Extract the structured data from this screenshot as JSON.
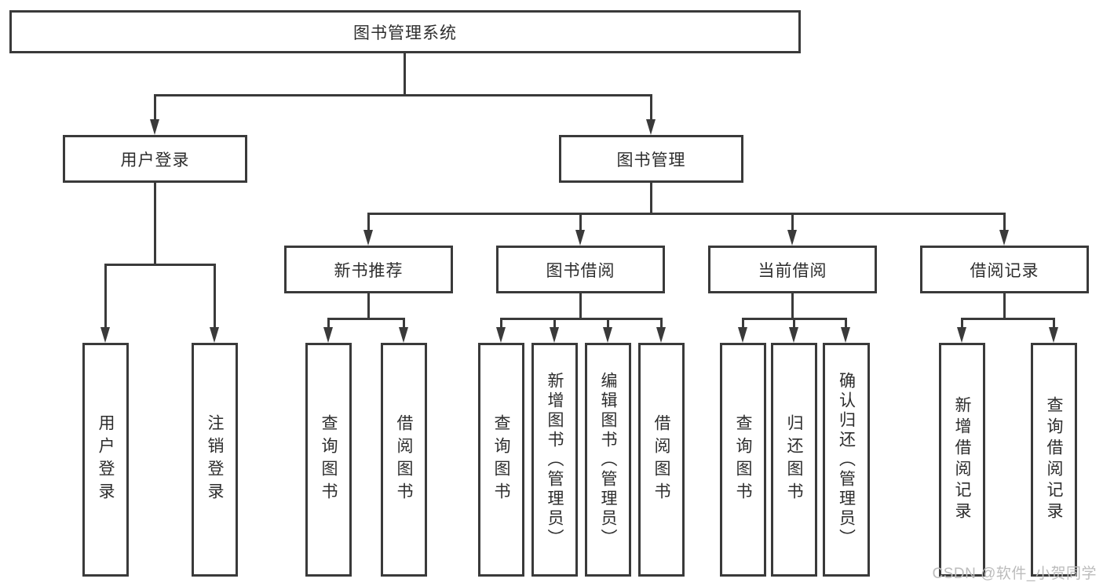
{
  "diagram": {
    "root": {
      "label": "图书管理系统"
    },
    "level2": [
      {
        "label": "用户登录"
      },
      {
        "label": "图书管理"
      }
    ],
    "level3": [
      {
        "label": "新书推荐"
      },
      {
        "label": "图书借阅"
      },
      {
        "label": "当前借阅"
      },
      {
        "label": "借阅记录"
      }
    ],
    "leaves": {
      "user_login": [
        {
          "label": "用户登录"
        },
        {
          "label": "注销登录"
        }
      ],
      "new_book": [
        {
          "label": "查询图书"
        },
        {
          "label": "借阅图书"
        }
      ],
      "book_borrow": [
        {
          "label": "查询图书"
        },
        {
          "label": "新增图书（管理员）"
        },
        {
          "label": "编辑图书（管理员）"
        },
        {
          "label": "借阅图书"
        }
      ],
      "current_borrow": [
        {
          "label": "查询图书"
        },
        {
          "label": "归还图书"
        },
        {
          "label": "确认归还（管理员）"
        }
      ],
      "borrow_record": [
        {
          "label": "新增借阅记录"
        },
        {
          "label": "查询借阅记录"
        }
      ]
    }
  },
  "watermark": {
    "text": "CSDN @软件_小贺同学"
  },
  "colors": {
    "line": "#3a3a3a",
    "text": "#2d2d2d",
    "watermark": "#bcbcbc",
    "background": "#ffffff"
  }
}
